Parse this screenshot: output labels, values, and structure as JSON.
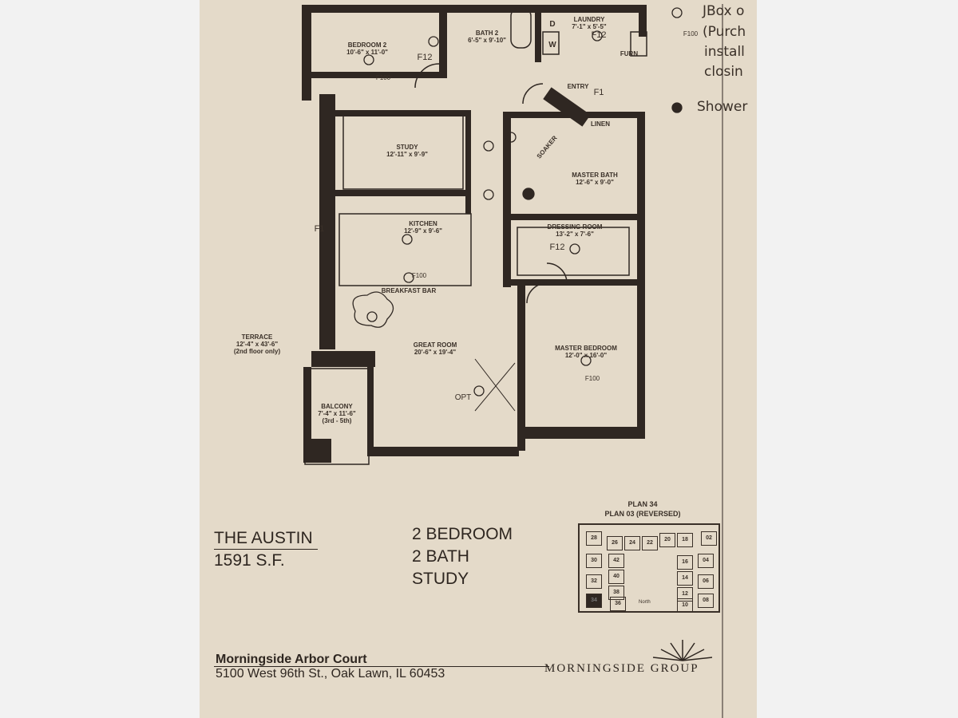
{
  "rooms": {
    "bedroom2": {
      "name": "BEDROOM 2",
      "size": "10'-6\" x 11'-0\""
    },
    "bath2": {
      "name": "BATH 2",
      "size": "6'-5\" x 9'-10\""
    },
    "laundry": {
      "name": "LAUNDRY",
      "size": "7'-1\" x 5'-5\""
    },
    "entry": {
      "name": "ENTRY"
    },
    "study": {
      "name": "STUDY",
      "size": "12'-11\" x 9'-9\""
    },
    "linen": {
      "name": "LINEN"
    },
    "soaker": {
      "name": "SOAKER"
    },
    "master_bath": {
      "name": "MASTER BATH",
      "size": "12'-6\" x 9'-0\""
    },
    "kitchen": {
      "name": "KITCHEN",
      "size": "12'-9\" x 9'-6\""
    },
    "dressing_room": {
      "name": "DRESSING ROOM",
      "size": "13'-2\" x 7'-6\""
    },
    "breakfast_bar": {
      "name": "BREAKFAST BAR"
    },
    "terrace": {
      "name": "TERRACE",
      "size": "12'-4\" x 43'-6\"",
      "note": "(2nd floor only)"
    },
    "great_room": {
      "name": "GREAT ROOM",
      "size": "20'-6\" x 19'-4\""
    },
    "master_bedroom": {
      "name": "MASTER BEDROOM",
      "size": "12'-0\" x 16'-0\""
    },
    "balcony": {
      "name": "BALCONY",
      "size": "7'-4\" x 11'-6\"",
      "note": "(3rd - 5th)"
    }
  },
  "fixture_marks": {
    "dryer": "D",
    "washer": "W",
    "furn": "FURN",
    "f12a": "F12",
    "f12b": "F12",
    "f12c": "F12",
    "f1a": "F1",
    "f1b": "F1",
    "f100a": "F100",
    "f100b": "F100",
    "f100c": "F100",
    "f100d": "F100",
    "opt": "OPT"
  },
  "handwritten_notes": {
    "jbox": "JBox o",
    "purchase": "(Purch",
    "install": "install",
    "closing": "closin",
    "shower": "Shower"
  },
  "plan": {
    "name": "THE AUSTIN",
    "area": "1591 S.F.",
    "features": [
      "2 BEDROOM",
      "2 BATH",
      "STUDY"
    ]
  },
  "key_plan": {
    "title1": "PLAN 34",
    "title2": "PLAN 03 (REVERSED)",
    "units": [
      "28",
      "26",
      "24",
      "22",
      "20",
      "18",
      "02",
      "30",
      "42",
      "16",
      "04",
      "40",
      "14",
      "32",
      "38",
      "12",
      "06",
      "34",
      "36",
      "10",
      "08"
    ],
    "north": "North"
  },
  "footer": {
    "community": "Morningside Arbor Court",
    "address": "5100 West 96th St., Oak Lawn, IL 60453",
    "brand": "MORNINGSIDE GROUP"
  }
}
